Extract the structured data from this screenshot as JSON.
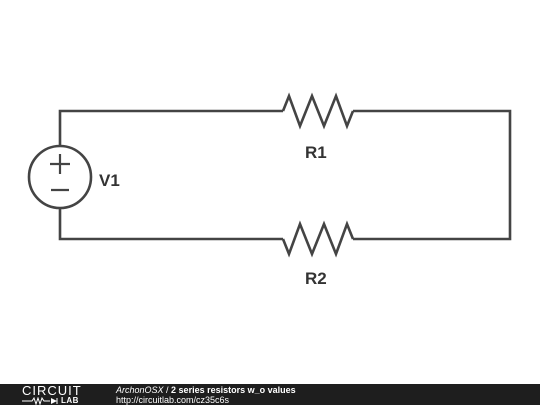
{
  "diagram": {
    "components": [
      {
        "id": "V1",
        "type": "voltage-source",
        "label": "V1"
      },
      {
        "id": "R1",
        "type": "resistor",
        "label": "R1"
      },
      {
        "id": "R2",
        "type": "resistor",
        "label": "R2"
      }
    ]
  },
  "footer": {
    "logo_top": "CIRCUIT",
    "logo_bottom": "LAB",
    "author": "ArchonOSX",
    "separator": " / ",
    "title": "2 series resistors w_o values",
    "url": "http://circuitlab.com/cz35c6s"
  },
  "colors": {
    "wire": "#444444",
    "footer_background": "#1e1e1e"
  }
}
